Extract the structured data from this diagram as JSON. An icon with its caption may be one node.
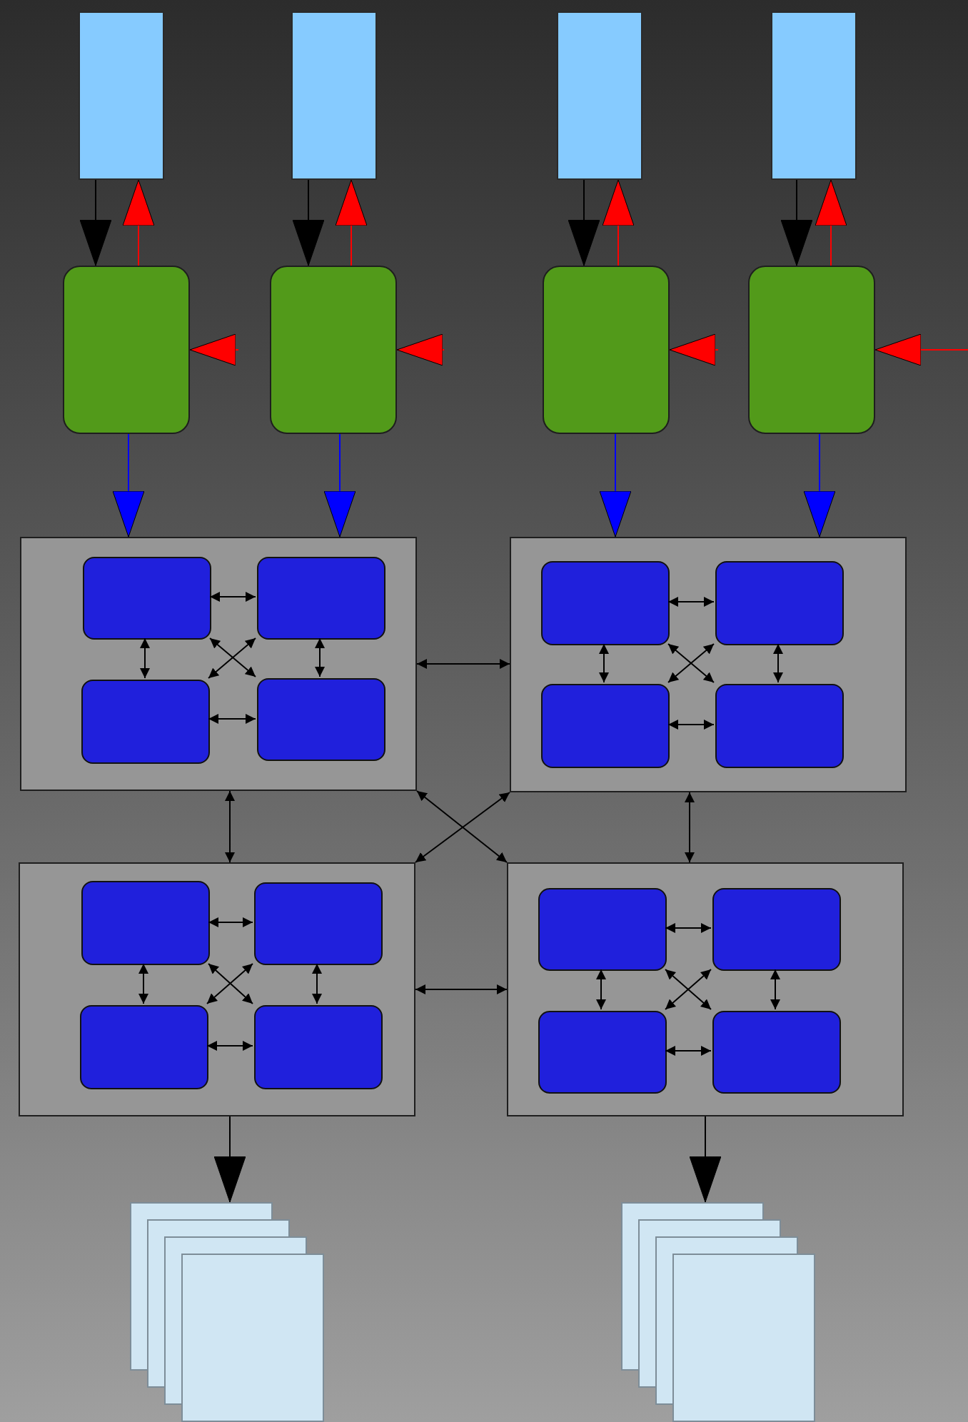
{
  "diagram": {
    "nodes": [
      {
        "text": [],
        "shape": "bar"
      },
      {
        "text": [],
        "shape": "bar"
      },
      {
        "text": [],
        "shape": "bar"
      },
      {
        "text": [],
        "shape": "bar"
      },
      {
        "text": [],
        "shape": "box"
      },
      {
        "text": [],
        "shape": "box"
      },
      {
        "text": [],
        "shape": "box"
      },
      {
        "text": [],
        "shape": "box"
      },
      {
        "text": [],
        "shape": "box"
      },
      {
        "text": [],
        "shape": "box",
        "in": 8
      },
      {
        "text": [],
        "shape": "box",
        "in": 8
      },
      {
        "text": [],
        "shape": "box",
        "in": 8
      },
      {
        "text": [],
        "shape": "box",
        "in": 8
      },
      {
        "text": [],
        "shape": "box"
      },
      {
        "text": [],
        "shape": "box",
        "in": 13
      },
      {
        "text": [],
        "shape": "box",
        "in": 13
      },
      {
        "text": [],
        "shape": "box",
        "in": 13
      },
      {
        "text": [],
        "shape": "box",
        "in": 13
      },
      {
        "text": [],
        "shape": "box"
      },
      {
        "text": [],
        "shape": "box",
        "in": 18
      },
      {
        "text": [],
        "shape": "box",
        "in": 18
      },
      {
        "text": [],
        "shape": "box",
        "in": 18
      },
      {
        "text": [],
        "shape": "box",
        "in": 18
      },
      {
        "text": [],
        "shape": "box"
      },
      {
        "text": [],
        "shape": "box",
        "in": 23
      },
      {
        "text": [],
        "shape": "box",
        "in": 23
      },
      {
        "text": [],
        "shape": "box",
        "in": 23
      },
      {
        "text": [],
        "shape": "box",
        "in": 23
      },
      {
        "text": [],
        "shape": "page"
      },
      {
        "text": [],
        "shape": "page"
      },
      {
        "text": [],
        "shape": "page"
      },
      {
        "text": [],
        "shape": "page"
      },
      {
        "text": [],
        "shape": "page"
      },
      {
        "text": [],
        "shape": "page"
      },
      {
        "text": [],
        "shape": "page"
      },
      {
        "text": [],
        "shape": "page"
      }
    ],
    "edges": [
      {
        "from": 0,
        "to": 4,
        "arrow": "to"
      },
      {
        "from": 4,
        "to": 0,
        "arrow": "to",
        "color": "#ff0000"
      },
      {
        "from": null,
        "to": 4,
        "arrow": "to",
        "color": "#ff0000"
      },
      {
        "from": 1,
        "to": 5,
        "arrow": "to"
      },
      {
        "from": 5,
        "to": 1,
        "arrow": "to",
        "color": "#ff0000"
      },
      {
        "from": null,
        "to": 5,
        "arrow": "to",
        "color": "#ff0000"
      },
      {
        "from": 2,
        "to": 6,
        "arrow": "to"
      },
      {
        "from": 6,
        "to": 2,
        "arrow": "to",
        "color": "#ff0000"
      },
      {
        "from": null,
        "to": 6,
        "arrow": "to",
        "color": "#ff0000"
      },
      {
        "from": 3,
        "to": 7,
        "arrow": "to"
      },
      {
        "from": 7,
        "to": 3,
        "arrow": "to",
        "color": "#ff0000"
      },
      {
        "from": null,
        "to": 7,
        "arrow": "to",
        "color": "#ff0000"
      },
      {
        "from": 4,
        "to": 8,
        "arrow": "to",
        "color": "#0000ff"
      },
      {
        "from": 5,
        "to": 8,
        "arrow": "to",
        "color": "#0000ff"
      },
      {
        "from": 6,
        "to": 13,
        "arrow": "to",
        "color": "#0000ff"
      },
      {
        "from": 7,
        "to": 13,
        "arrow": "to",
        "color": "#0000ff"
      },
      {
        "from": 9,
        "to": 10,
        "arrow": "both"
      },
      {
        "from": 9,
        "to": 11,
        "arrow": "both"
      },
      {
        "from": 10,
        "to": 12,
        "arrow": "both"
      },
      {
        "from": 11,
        "to": 12,
        "arrow": "both"
      },
      {
        "from": 9,
        "to": 12,
        "arrow": "both"
      },
      {
        "from": 10,
        "to": 11,
        "arrow": "both"
      },
      {
        "from": 14,
        "to": 15,
        "arrow": "both"
      },
      {
        "from": 14,
        "to": 16,
        "arrow": "both"
      },
      {
        "from": 15,
        "to": 17,
        "arrow": "both"
      },
      {
        "from": 16,
        "to": 17,
        "arrow": "both"
      },
      {
        "from": 14,
        "to": 17,
        "arrow": "both"
      },
      {
        "from": 15,
        "to": 16,
        "arrow": "both"
      },
      {
        "from": 19,
        "to": 20,
        "arrow": "both"
      },
      {
        "from": 19,
        "to": 21,
        "arrow": "both"
      },
      {
        "from": 20,
        "to": 22,
        "arrow": "both"
      },
      {
        "from": 21,
        "to": 22,
        "arrow": "both"
      },
      {
        "from": 19,
        "to": 22,
        "arrow": "both"
      },
      {
        "from": 20,
        "to": 21,
        "arrow": "both"
      },
      {
        "from": 24,
        "to": 25,
        "arrow": "both"
      },
      {
        "from": 24,
        "to": 26,
        "arrow": "both"
      },
      {
        "from": 25,
        "to": 27,
        "arrow": "both"
      },
      {
        "from": 26,
        "to": 27,
        "arrow": "both"
      },
      {
        "from": 24,
        "to": 27,
        "arrow": "both"
      },
      {
        "from": 25,
        "to": 26,
        "arrow": "both"
      },
      {
        "from": 8,
        "to": 13,
        "arrow": "both"
      },
      {
        "from": 8,
        "to": 18,
        "arrow": "both"
      },
      {
        "from": 13,
        "to": 23,
        "arrow": "both"
      },
      {
        "from": 18,
        "to": 23,
        "arrow": "both"
      },
      {
        "from": 8,
        "to": 23,
        "arrow": "both"
      },
      {
        "from": 13,
        "to": 18,
        "arrow": "both"
      },
      {
        "from": 18,
        "to": 28,
        "arrow": "to"
      },
      {
        "from": 23,
        "to": 32,
        "arrow": "to"
      }
    ]
  }
}
